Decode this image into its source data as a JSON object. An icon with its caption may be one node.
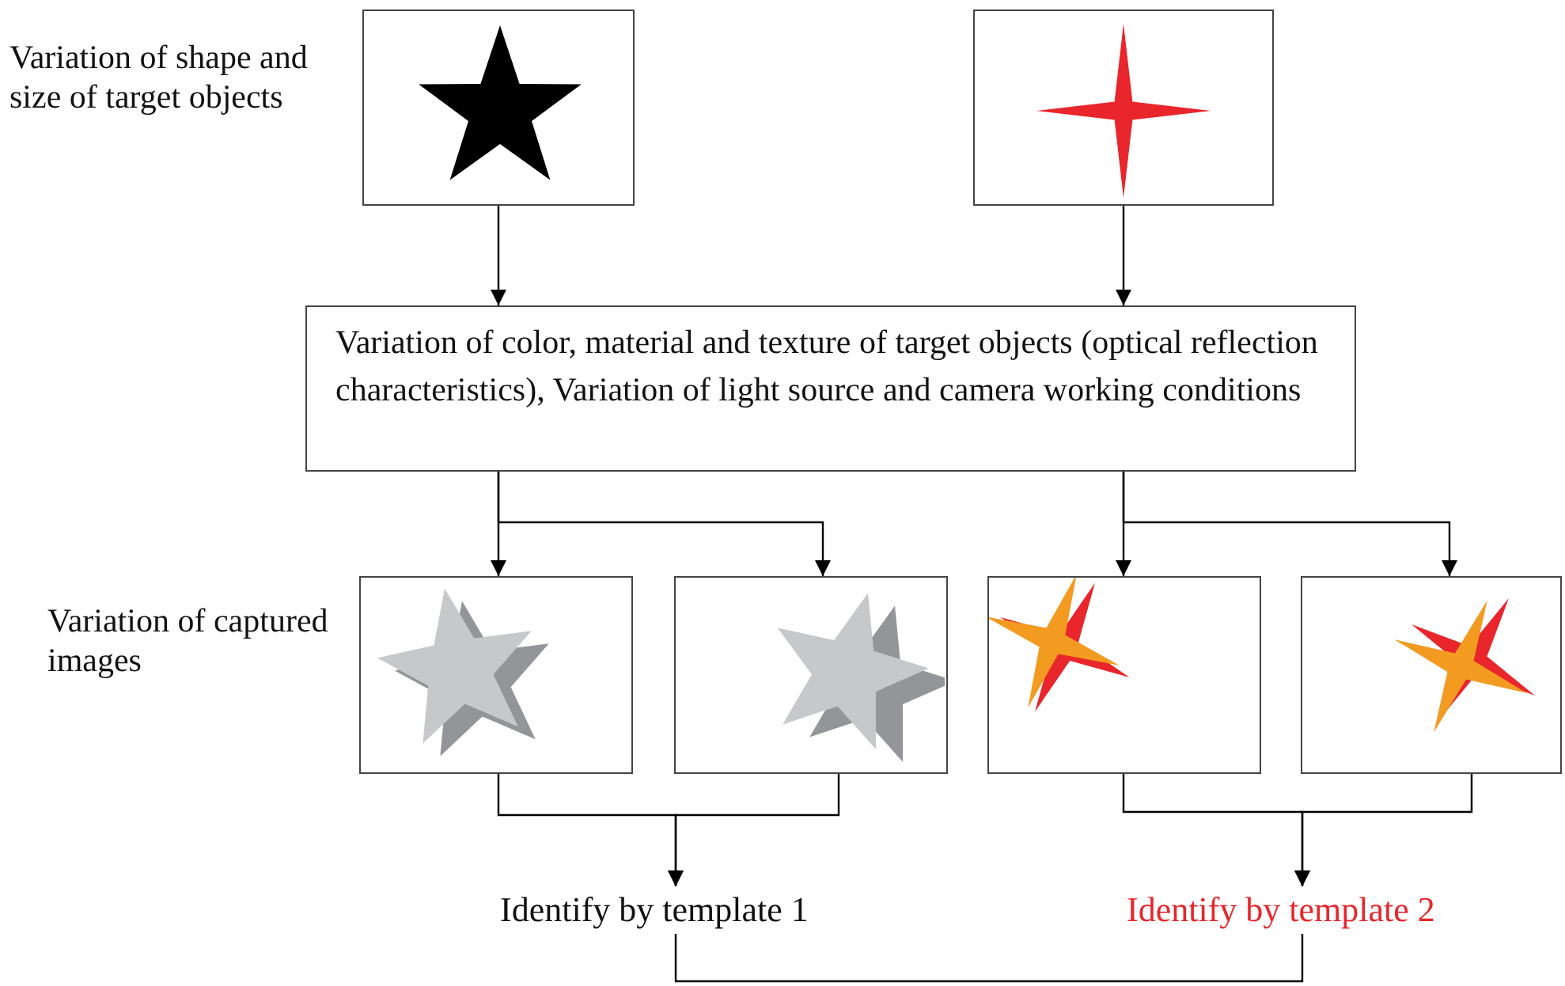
{
  "diagram": {
    "nodes": [
      {
        "text": [],
        "shape": "picture"
      },
      {
        "text": [],
        "shape": "picture"
      },
      {
        "text": [
          "Variation of color, material and texture of target objects (optical reflection characteristics), Variation of light source and camera working conditions"
        ]
      },
      {
        "text": [],
        "shape": "picture"
      },
      {
        "text": [],
        "shape": "picture"
      },
      {
        "text": [],
        "shape": "picture"
      },
      {
        "text": [],
        "shape": "picture"
      },
      {
        "text": [
          "Identify by template 1"
        ]
      },
      {
        "text": [
          "Identify by template 2"
        ]
      }
    ],
    "edges": [
      {
        "from": 0,
        "to": 2,
        "arrow": "to"
      },
      {
        "from": 1,
        "to": 2,
        "arrow": "to"
      },
      {
        "from": 2,
        "to": 3,
        "arrow": "to"
      },
      {
        "from": 2,
        "to": 4,
        "arrow": "to"
      },
      {
        "from": 2,
        "to": 5,
        "arrow": "to"
      },
      {
        "from": 2,
        "to": 6,
        "arrow": "to"
      },
      {
        "from": 3,
        "to": 7,
        "arrow": "to"
      },
      {
        "from": 4,
        "to": 7,
        "arrow": "to"
      },
      {
        "from": 5,
        "to": 8,
        "arrow": "to"
      },
      {
        "from": 6,
        "to": 8,
        "arrow": "to"
      },
      {
        "from": 7,
        "to": 8,
        "arrow": "none"
      }
    ],
    "labels": [
      "Variation of shape and size of target objects",
      "Variation of captured images"
    ]
  }
}
